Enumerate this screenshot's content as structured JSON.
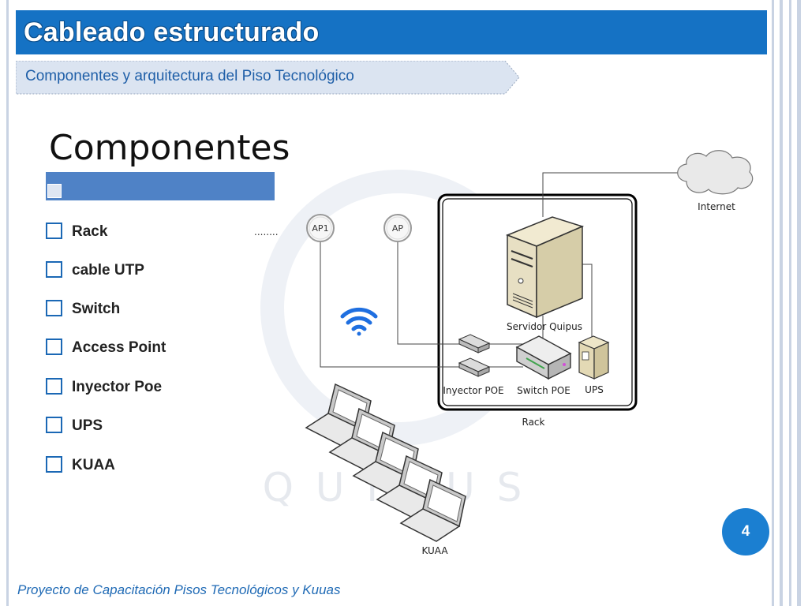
{
  "header": {
    "title": "Cableado estructurado",
    "subtitle": "Componentes y arquitectura del Piso Tecnológico"
  },
  "main": {
    "heading": "Componentes",
    "checklist": [
      "Rack",
      "cable UTP",
      "Switch",
      "Access Point",
      "Inyector Poe",
      "UPS",
      "KUAA"
    ]
  },
  "diagram": {
    "ap1_label": "AP1",
    "ap2_label": "AP",
    "dots": "........",
    "internet_label": "Internet",
    "server_label": "Servidor Quipus",
    "injector_label": "Inyector POE",
    "switch_label": "Switch POE",
    "ups_label": "UPS",
    "rack_label": "Rack",
    "kuaa_label": "KUAA",
    "watermark": "Q U I P U S"
  },
  "footer": {
    "text": "Proyecto de Capacitación Pisos Tecnológicos y Kuuas",
    "page_number": "4"
  },
  "colors": {
    "title_bar": "#1572c4",
    "band": "#4f82c6",
    "badge": "#1b7fd1",
    "wifi": "#1f6fe0"
  }
}
